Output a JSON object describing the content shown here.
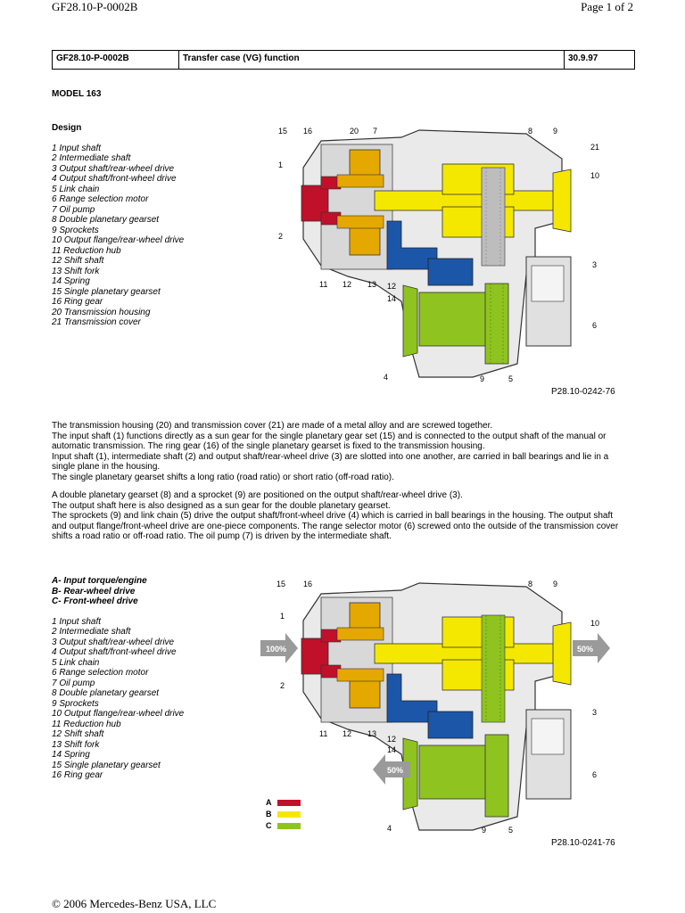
{
  "page": {
    "doc_id": "GF28.10-P-0002B",
    "page_number": "Page 1 of 2"
  },
  "header_table": {
    "code": "GF28.10-P-0002B",
    "title": "Transfer case (VG) function",
    "date": "30.9.97"
  },
  "model": "MODEL  163",
  "design": {
    "heading": "Design",
    "items": [
      "1 Input shaft",
      "2 Intermediate shaft",
      "3 Output shaft/rear-wheel drive",
      "4 Output shaft/front-wheel drive",
      "5 Link chain",
      "6 Range selection motor",
      "7 Oil pump",
      "8 Double planetary gearset",
      "9 Sprockets",
      "10 Output flange/rear-wheel drive",
      "11 Reduction hub",
      "12 Shift shaft",
      "13 Shift fork",
      "14 Spring",
      "15 Single planetary gearset",
      "16 Ring gear",
      "20 Transmission housing",
      "21 Transmission cover"
    ],
    "figure_id": "P28.10-0242-76",
    "callouts": [
      "15",
      "16",
      "20",
      "7",
      "8",
      "9",
      "21",
      "10",
      "1",
      "2",
      "3",
      "11",
      "12",
      "13",
      "12",
      "14",
      "6",
      "4",
      "9",
      "5"
    ]
  },
  "paragraphs": [
    "The transmission housing (20) and transmission cover (21) are made of a metal alloy and are screwed together.",
    "The input shaft (1) functions directly as a sun gear for the single planetary gear set (15) and is connected to the output shaft of the manual or automatic transmission. The ring gear (16) of the single planetary gearset is fixed to the transmission housing.",
    "Input shaft (1), intermediate shaft (2) and output shaft/rear-wheel drive (3) are slotted into one another, are carried in ball bearings and lie in a single plane in the housing.",
    "The single planetary gearset shifts a long ratio (road ratio) or short ratio (off-road ratio).",
    "A double planetary gearset (8) and a sprocket (9) are positioned on the output shaft/rear-wheel drive (3).",
    "The output shaft here is also designed as a sun gear for the double planetary gearset.",
    "The sprockets (9) and link chain (5) drive the output shaft/front-wheel drive (4) which is carried in ball bearings in the housing. The output shaft and output flange/front-wheel drive are one-piece components. The range selector motor (6) screwed onto the outside of the transmission cover shifts a road ratio or off-road ratio. The oil pump (7) is driven by the intermediate shaft."
  ],
  "flow": {
    "legend_heading": [
      "A- Input torque/engine",
      "B- Rear-wheel drive",
      "C- Front-wheel drive"
    ],
    "items": [
      "1 Input shaft",
      "2 Intermediate shaft",
      "3 Output shaft/rear-wheel drive",
      "4 Output shaft/front-wheel drive",
      "5 Link chain",
      "6 Range selection motor",
      "7 Oil pump",
      "8 Double planetary gearset",
      "9 Sprockets",
      "10 Output flange/rear-wheel drive",
      "11 Reduction hub",
      "12 Shift shaft",
      "13 Shift fork",
      "14 Spring",
      "15 Single planetary gearset",
      "16 Ring gear"
    ],
    "figure_id": "P28.10-0241-76",
    "arrow_in": "100%",
    "arrow_rear": "50%",
    "arrow_front": "50%",
    "legend": [
      {
        "key": "A",
        "color": "#c0102a"
      },
      {
        "key": "B",
        "color": "#f5e800"
      },
      {
        "key": "C",
        "color": "#8fc31f"
      }
    ],
    "callouts": [
      "15",
      "16",
      "8",
      "9",
      "1",
      "10",
      "2",
      "3",
      "11",
      "12",
      "13",
      "12",
      "14",
      "6",
      "4",
      "9",
      "5"
    ]
  },
  "colors": {
    "red": "#c0102a",
    "orange": "#e5a800",
    "yellow": "#f5e800",
    "green": "#8fc31f",
    "blue": "#1c56a8",
    "grey": "#cfcfcf"
  },
  "footer": "© 2006 Mercedes-Benz USA, LLC"
}
